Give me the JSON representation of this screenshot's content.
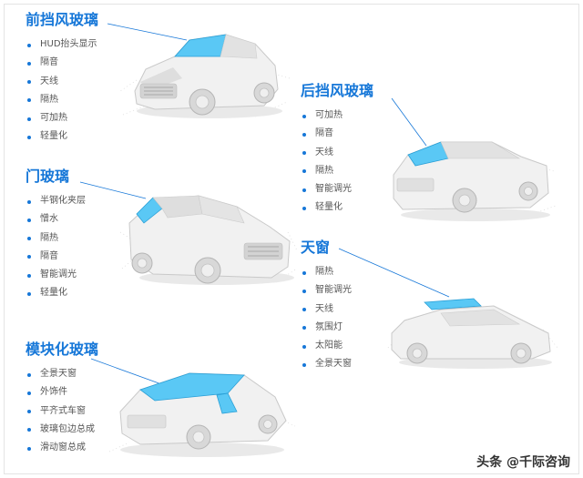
{
  "sections": [
    {
      "title": "前挡风玻璃",
      "features": [
        "HUD抬头显示",
        "隔音",
        "天线",
        "隔热",
        "可加热",
        "轻量化"
      ]
    },
    {
      "title": "门玻璃",
      "features": [
        "半钢化夹层",
        "憎水",
        "隔热",
        "隔音",
        "智能调光",
        "轻量化"
      ]
    },
    {
      "title": "模块化玻璃",
      "features": [
        "全景天窗",
        "外饰件",
        "平齐式车窗",
        "玻璃包边总成",
        "滑动窗总成"
      ]
    },
    {
      "title": "后挡风玻璃",
      "features": [
        "可加热",
        "隔音",
        "天线",
        "隔热",
        "智能调光",
        "轻量化"
      ]
    },
    {
      "title": "天窗",
      "features": [
        "隔热",
        "智能调光",
        "天线",
        "氛围灯",
        "太阳能",
        "全景天窗"
      ]
    }
  ],
  "watermark": "头条 @千际咨询",
  "colors": {
    "accent": "#1677d8",
    "glass": "#5ac8f5",
    "text": "#555555"
  }
}
